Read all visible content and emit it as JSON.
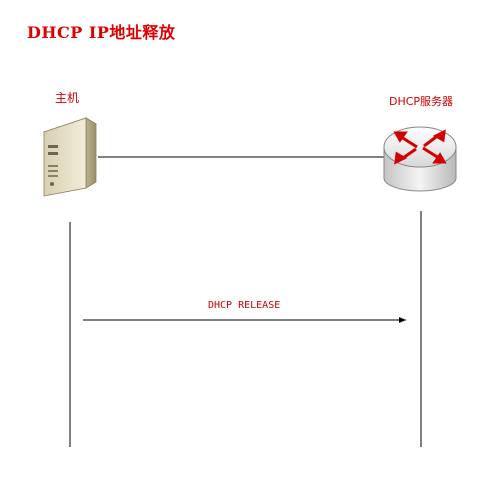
{
  "title": "DHCP IP地址释放",
  "host": {
    "label": "主机",
    "icon": "server-tower-icon"
  },
  "server": {
    "label": "DHCP服务器",
    "icon": "router-icon"
  },
  "message": {
    "label": "DHCP RELEASE",
    "direction": "host-to-server"
  },
  "colors": {
    "accent": "#e00000",
    "line": "#000000"
  }
}
